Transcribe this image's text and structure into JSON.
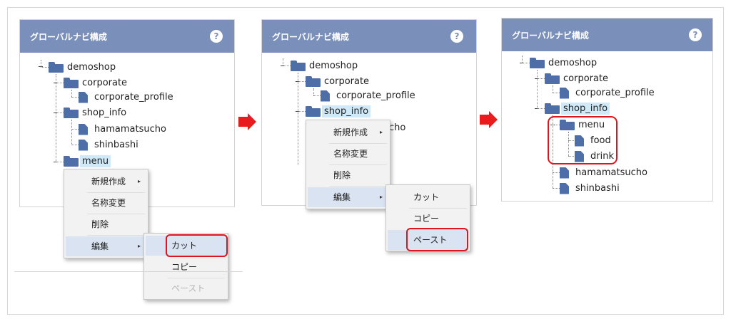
{
  "panel_title": "グローバルナビ構成",
  "help_glyph": "?",
  "tree": {
    "root": "demoshop",
    "corporate": "corporate",
    "corporate_profile": "corporate_profile",
    "shop_info": "shop_info",
    "hamamatsucho": "hamamatsucho",
    "shinbashi": "shinbashi",
    "menu": "menu",
    "food": "food",
    "drink": "drink",
    "partial_hamamatsucho": "cho"
  },
  "context_menu": {
    "new": "新規作成",
    "rename": "名称変更",
    "delete": "削除",
    "edit": "編集",
    "submenu_arrow": "▸"
  },
  "edit_submenu": {
    "cut": "カット",
    "copy": "コピー",
    "paste": "ペースト"
  },
  "accent_colors": {
    "header": "#7a90bb",
    "icon": "#4e6ea8",
    "selection": "#cfe9f8",
    "highlight_box": "#e0141e",
    "arrow": "#e81c1c"
  }
}
